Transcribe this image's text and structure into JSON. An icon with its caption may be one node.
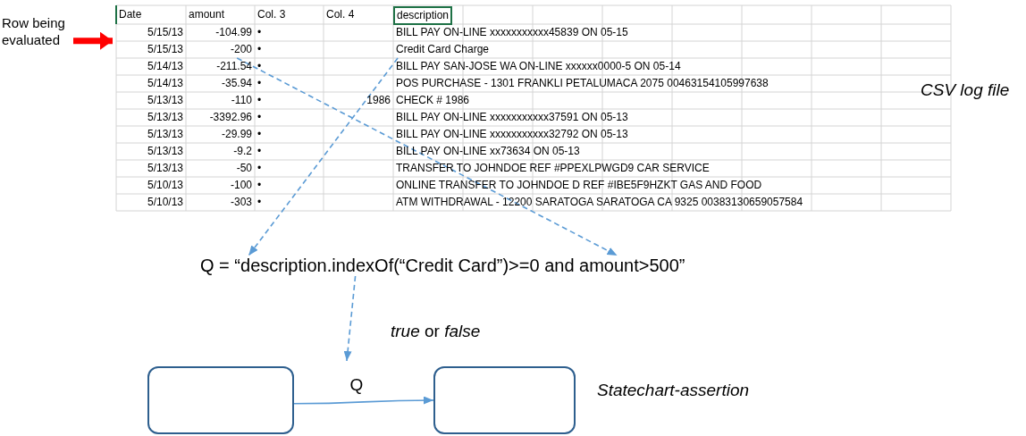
{
  "diagram": {
    "nodes": [
      {
        "text": [
          "Row being evaluated"
        ]
      },
      {
        "text": [
          "-200"
        ]
      },
      {
        "text": [
          "Credit Card Charge"
        ]
      },
      {
        "text": [
          "Q = “description.indexOf(“Credit Card”)>=0 and amount>500”"
        ]
      },
      {
        "text": [],
        "shape": "box"
      },
      {
        "text": [],
        "shape": "box"
      }
    ],
    "edges": [
      {
        "from": 0,
        "to": null,
        "arrow": "to",
        "style": "thick",
        "color": "#ff0000"
      },
      {
        "from": 2,
        "to": 3,
        "arrow": "to",
        "style": "dashed"
      },
      {
        "from": 1,
        "to": 3,
        "arrow": "to",
        "style": "dashed"
      },
      {
        "from": 3,
        "to": null,
        "arrow": "to",
        "style": "dashed"
      },
      {
        "from": 4,
        "to": 5,
        "arrow": "to",
        "label": "Q"
      }
    ],
    "labels": [
      "Date",
      "amount",
      "Col. 3",
      "Col. 4",
      "description",
      "5/15/13",
      "-104.99",
      "•",
      "BILL PAY ON-LINE xxxxxxxxxxx45839 ON 05-15",
      "5/15/13",
      "•",
      "5/14/13",
      "-211.54",
      "•",
      "BILL PAY SAN-JOSE WA ON-LINE xxxxxx0000-5 ON 05-14",
      "5/14/13",
      "-35.94",
      "•",
      "POS PURCHASE - 1301 FRANKLI PETALUMACA 2075 00463154105997638",
      "5/13/13",
      "-110",
      "•",
      "1986",
      "CHECK # 1986",
      "5/13/13",
      "-3392.96",
      "•",
      "BILL PAY ON-LINE xxxxxxxxxxx37591 ON 05-13",
      "5/13/13",
      "-29.99",
      "•",
      "BILL PAY ON-LINE xxxxxxxxxxx32792 ON 05-13",
      "5/13/13",
      "-9.2",
      "•",
      "BILL PAY ON-LINE xx73634 ON 05-13",
      "5/13/13",
      "-50",
      "•",
      "TRANSFER TO JOHNDOE  REF #PPEXLPWGD9 CAR SERVICE",
      "5/10/13",
      "-100",
      "•",
      "ONLINE TRANSFER TO JOHNDOE D REF #IBE5F9HZKT GAS AND FOOD",
      "5/10/13",
      "-303",
      "•",
      "ATM WITHDRAWAL - 12200 SARATOGA SARATOGA CA 9325 00383130659057584",
      "CSV log file",
      "*true* or *false*",
      "Statechart-assertion"
    ]
  }
}
